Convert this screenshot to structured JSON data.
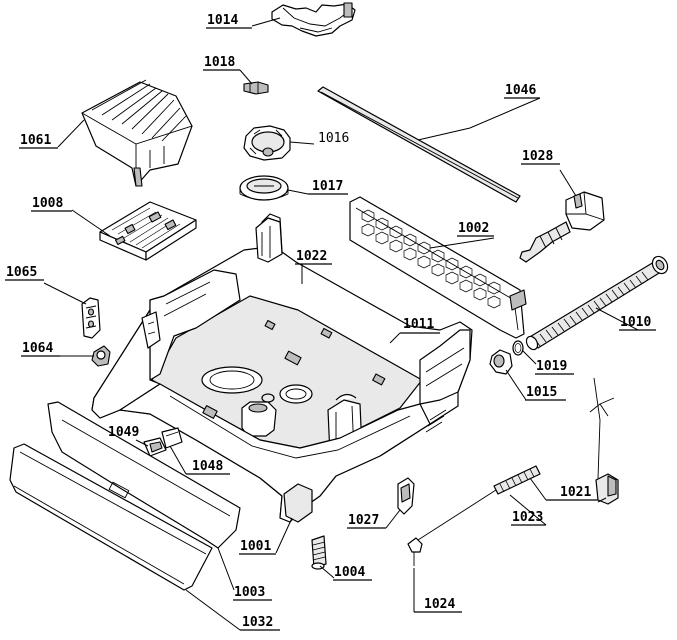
{
  "labels": {
    "l1014": "1014",
    "l1018": "1018",
    "l1046": "1046",
    "l1061": "1061",
    "l1016": "1016",
    "l1028": "1028",
    "l1017": "1017",
    "l1008": "1008",
    "l1002": "1002",
    "l1022": "1022",
    "l1065": "1065",
    "l1011": "1011",
    "l1010": "1010",
    "l1064": "1064",
    "l1019": "1019",
    "l1015": "1015",
    "l1049": "1049",
    "l1048": "1048",
    "l1021": "1021",
    "l1027": "1027",
    "l1023": "1023",
    "l1001": "1001",
    "l1004": "1004",
    "l1003": "1003",
    "l1024": "1024",
    "l1032": "1032"
  }
}
